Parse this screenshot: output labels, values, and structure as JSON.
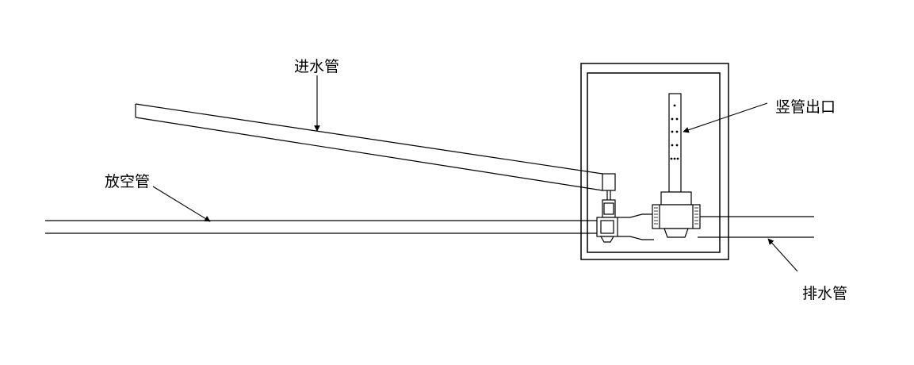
{
  "labels": {
    "inlet_pipe": "进水管",
    "vent_pipe": "放空管",
    "standpipe_outlet": "竖管出口",
    "drain_pipe": "排水管"
  },
  "colors": {
    "line": "#000000",
    "background": "#ffffff"
  }
}
